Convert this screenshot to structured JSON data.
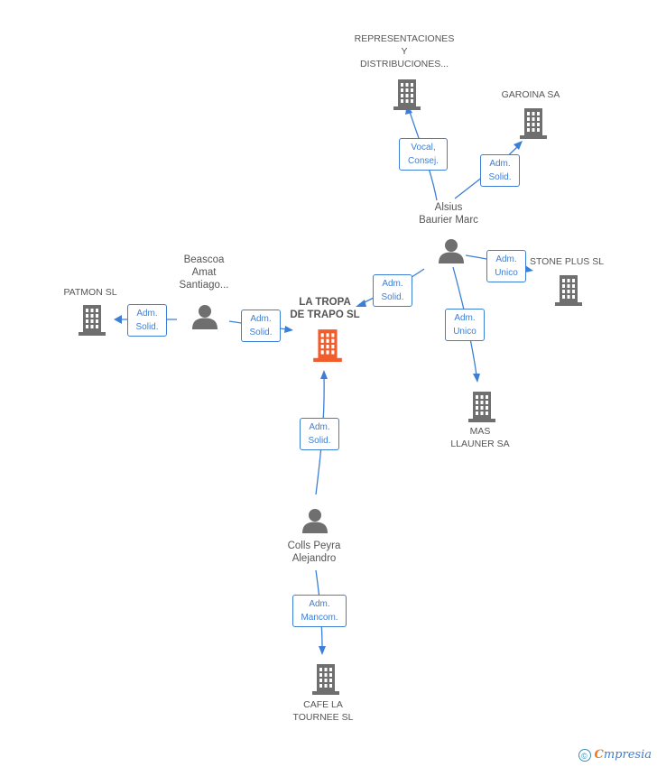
{
  "main_company": {
    "lines": [
      "LA TROPA",
      "DE TRAPO SL"
    ],
    "color": "#f25c2a"
  },
  "companies": [
    {
      "id": "representaciones",
      "lines": [
        "REPRESENTACIONES",
        "Y",
        "DISTRIBUCIONES..."
      ]
    },
    {
      "id": "garoina",
      "lines": [
        "GAROINA SA"
      ]
    },
    {
      "id": "stone-plus",
      "lines": [
        "STONE PLUS SL"
      ]
    },
    {
      "id": "patmon",
      "lines": [
        "PATMON SL"
      ]
    },
    {
      "id": "mas-llauner",
      "lines": [
        "MAS",
        "LLAUNER SA"
      ]
    },
    {
      "id": "cafe-la-tournee",
      "lines": [
        "CAFE LA",
        "TOURNEE SL"
      ]
    }
  ],
  "persons": [
    {
      "id": "alsius",
      "lines": [
        "Alsius",
        "Baurier Marc"
      ]
    },
    {
      "id": "beascoa",
      "lines": [
        "Beascoa",
        "Amat",
        "Santiago..."
      ]
    },
    {
      "id": "colls",
      "lines": [
        "Colls Peyra",
        "Alejandro"
      ]
    }
  ],
  "relations": [
    {
      "id": "alsius-representaciones",
      "lines": [
        "Vocal,",
        "Consej."
      ]
    },
    {
      "id": "alsius-garoina",
      "lines": [
        "Adm.",
        "Solid."
      ]
    },
    {
      "id": "alsius-stone",
      "lines": [
        "Adm.",
        "Unico"
      ]
    },
    {
      "id": "alsius-main",
      "lines": [
        "Adm.",
        "Solid."
      ]
    },
    {
      "id": "alsius-mas",
      "lines": [
        "Adm.",
        "Unico"
      ]
    },
    {
      "id": "beascoa-patmon",
      "lines": [
        "Adm.",
        "Solid."
      ]
    },
    {
      "id": "beascoa-main",
      "lines": [
        "Adm.",
        "Solid."
      ]
    },
    {
      "id": "colls-main",
      "lines": [
        "Adm.",
        "Solid."
      ]
    },
    {
      "id": "colls-cafe",
      "lines": [
        "Adm.",
        "Mancom."
      ]
    }
  ],
  "footer": {
    "copyright": "©",
    "brand_initial": "C",
    "brand_rest": "mpresia"
  },
  "colors": {
    "edge": "#3d7fd6",
    "company_icon": "#6f6f6f",
    "person_icon": "#6f6f6f"
  }
}
